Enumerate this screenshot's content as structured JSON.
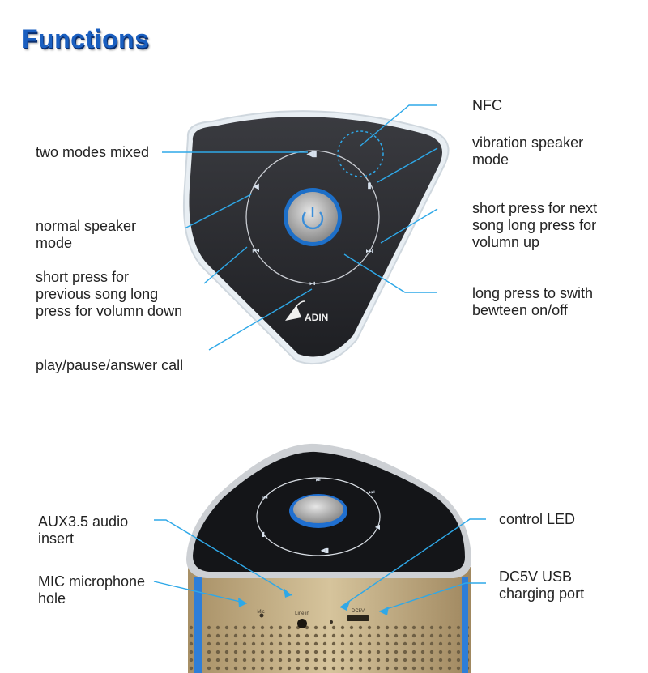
{
  "heading": "Functions",
  "top_labels": {
    "nfc": "NFC",
    "vibration": [
      "vibration speaker",
      "mode"
    ],
    "two_modes": "two modes mixed",
    "normal": [
      "normal speaker",
      "mode"
    ],
    "next": [
      "short press for next",
      "song long press for",
      "volumn up"
    ],
    "previous": [
      "short press for",
      "previous song long",
      "press for volumn down"
    ],
    "power": [
      "long press to swith",
      "bewteen on/off"
    ],
    "play": "play/pause/answer call"
  },
  "bottom_labels": {
    "aux": [
      "AUX3.5 audio",
      "insert"
    ],
    "mic": [
      "MIC microphone",
      "hole"
    ],
    "led": "control LED",
    "usb": [
      "DC5V USB",
      "charging port"
    ]
  },
  "device": {
    "brand": "ADIN",
    "port_mic": "Mic",
    "port_line_in": "Line in",
    "port_dc": "DC5V"
  },
  "colors": {
    "heading": "#1a5fc0",
    "leader": "#2ea8e8",
    "panel": "#2a2b2f",
    "gold": "#c8b48c"
  }
}
